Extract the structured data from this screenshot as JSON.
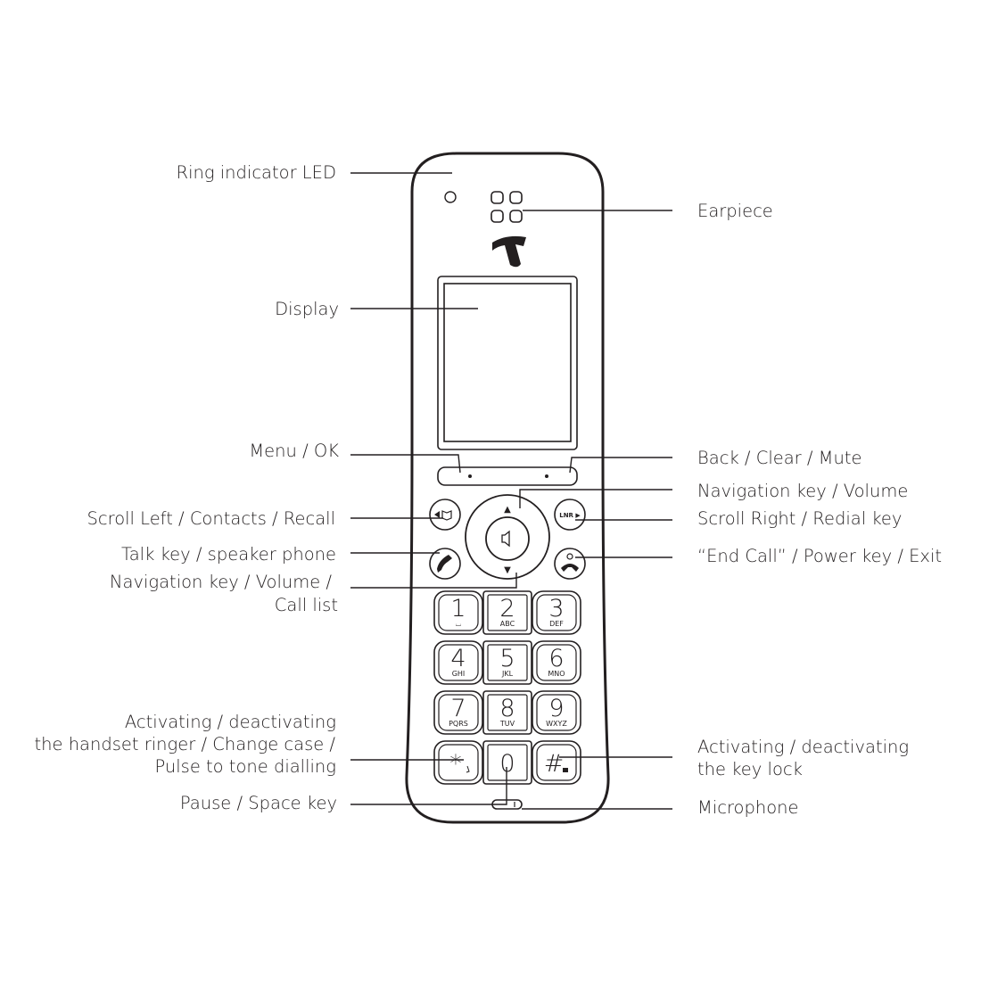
{
  "labels_left": {
    "ring_led": "Ring indicator LED",
    "display": "Display",
    "menu_ok": "Menu / OK",
    "scroll_left": "Scroll Left / Contacts / Recall",
    "talk": "Talk key / speaker phone",
    "nav_call_list_1": "Navigation key / Volume /",
    "nav_call_list_2": "Call list",
    "ringer_1": "Activating / deactivating",
    "ringer_2": "the handset ringer / Change case /",
    "ringer_3": "Pulse to tone dialling",
    "pause": "Pause / Space key"
  },
  "labels_right": {
    "earpiece": "Earpiece",
    "back": "Back / Clear / Mute",
    "nav_volume": "Navigation key / Volume",
    "scroll_right": "Scroll Right / Redial key",
    "end_call": "“End Call” / Power key / Exit",
    "keylock_1": "Activating / deactivating",
    "keylock_2": "the key lock",
    "microphone": "Microphone"
  },
  "keypad": [
    {
      "num": "1",
      "sub": "⌴"
    },
    {
      "num": "2",
      "sub": "ABC"
    },
    {
      "num": "3",
      "sub": "DEF"
    },
    {
      "num": "4",
      "sub": "GHI"
    },
    {
      "num": "5",
      "sub": "JKL"
    },
    {
      "num": "6",
      "sub": "MNO"
    },
    {
      "num": "7",
      "sub": "PQRS"
    },
    {
      "num": "8",
      "sub": "TUV"
    },
    {
      "num": "9",
      "sub": "WXYZ"
    },
    {
      "num": "*",
      "sub": ""
    },
    {
      "num": "0",
      "sub": ""
    },
    {
      "num": "#",
      "sub": ""
    }
  ],
  "keys": {
    "redial_text": "LNR ▶",
    "nav_up": "▲",
    "nav_down": "▼"
  }
}
